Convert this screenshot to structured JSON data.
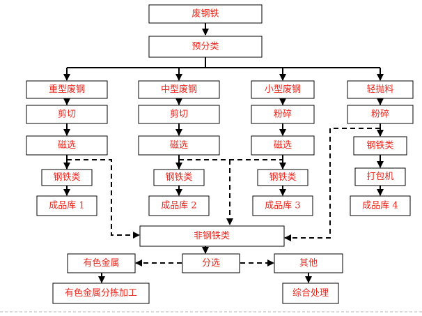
{
  "diagram": {
    "nodes": {
      "scrap": "废钢铁",
      "presort": "预分类",
      "heavy": "重型废钢",
      "medium": "中型废钢",
      "small": "小型废钢",
      "light": "轻抛料",
      "shear1": "剪切",
      "shear2": "剪切",
      "crush3": "粉碎",
      "crush4": "粉碎",
      "mag1": "磁选",
      "mag2": "磁选",
      "mag3": "磁选",
      "ferrous1": "钢铁类",
      "ferrous2": "钢铁类",
      "ferrous3": "钢铁类",
      "ferrous4": "钢铁类",
      "baler": "打包机",
      "store1": "成品库 1",
      "store2": "成品库 2",
      "store3": "成品库 3",
      "store4": "成品库 4",
      "nonferrous": "非钢铁类",
      "sorting": "分选",
      "nfmetal": "有色金属",
      "other": "其他",
      "nfprocess": "有色金属分拣加工",
      "disposal": "综合处理"
    },
    "colors": {
      "text": "#e8261c",
      "line": "#000000",
      "box_border": "#000000"
    }
  }
}
